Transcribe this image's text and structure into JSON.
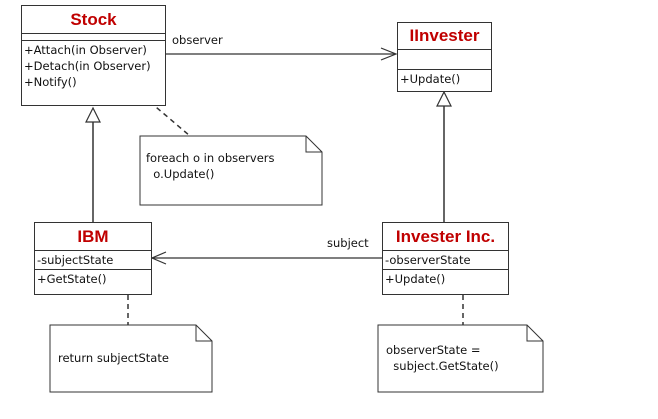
{
  "classes": {
    "stock": {
      "name": "Stock",
      "operations": [
        "+Attach(in Observer)",
        "+Detach(in Observer)",
        "+Notify()"
      ]
    },
    "iinvester": {
      "name": "IInvester",
      "operations": [
        "+Update()"
      ]
    },
    "ibm": {
      "name": "IBM",
      "attributes": [
        "-subjectState"
      ],
      "operations": [
        "+GetState()"
      ]
    },
    "invester_inc": {
      "name": "Invester Inc.",
      "attributes": [
        "-observerState"
      ],
      "operations": [
        "+Update()"
      ]
    }
  },
  "associations": {
    "observer_label": "observer",
    "subject_label": "subject"
  },
  "notes": {
    "notify_note": "foreach o in observers\n  o.Update()",
    "getstate_note": "return subjectState",
    "update_note": "observerState =\n  subject.GetState()"
  }
}
